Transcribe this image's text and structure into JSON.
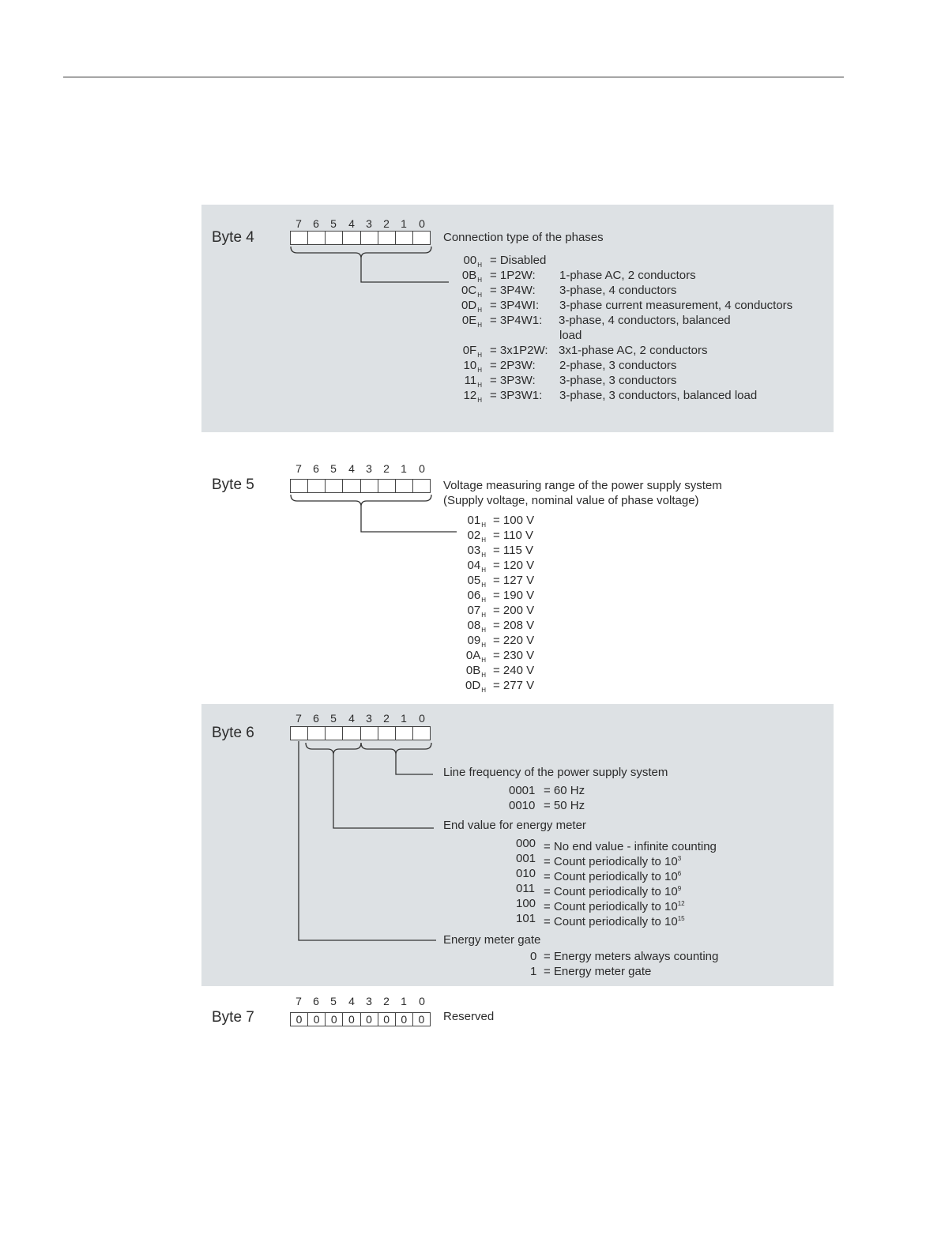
{
  "bit_numbers": [
    "7",
    "6",
    "5",
    "4",
    "3",
    "2",
    "1",
    "0"
  ],
  "byte4": {
    "title": "Byte 4",
    "description": "Connection type of the phases",
    "codes": [
      {
        "code": "00",
        "sub": "H",
        "name": "= Disabled",
        "desc": ""
      },
      {
        "code": "0B",
        "sub": "H",
        "name": "= 1P2W:",
        "desc": "1-phase AC, 2 conductors"
      },
      {
        "code": "0C",
        "sub": "H",
        "name": "= 3P4W:",
        "desc": "3-phase, 4 conductors"
      },
      {
        "code": "0D",
        "sub": "H",
        "name": "= 3P4WI:",
        "desc": "3-phase current measurement, 4 conductors"
      },
      {
        "code": "0E",
        "sub": "H",
        "name": "= 3P4W1:",
        "desc": "3-phase, 4 conductors, balanced"
      },
      {
        "code": "",
        "sub": "",
        "name": "",
        "desc": "load"
      },
      {
        "code": "0F",
        "sub": "H",
        "name": "= 3x1P2W:",
        "desc": "3x1-phase AC, 2 conductors"
      },
      {
        "code": "10",
        "sub": "H",
        "name": "= 2P3W:",
        "desc": "2-phase, 3 conductors"
      },
      {
        "code": "11",
        "sub": "H",
        "name": "= 3P3W:",
        "desc": "3-phase, 3 conductors"
      },
      {
        "code": "12",
        "sub": "H",
        "name": "= 3P3W1:",
        "desc": "3-phase, 3 conductors, balanced load"
      }
    ]
  },
  "byte5": {
    "title": "Byte 5",
    "description": "Voltage measuring range of the power supply system",
    "description2": "(Supply voltage, nominal value of phase voltage)",
    "codes": [
      {
        "code": "01",
        "sub": "H",
        "value": "= 100 V"
      },
      {
        "code": "02",
        "sub": "H",
        "value": "= 110 V"
      },
      {
        "code": "03",
        "sub": "H",
        "value": "= 115 V"
      },
      {
        "code": "04",
        "sub": "H",
        "value": "= 120 V"
      },
      {
        "code": "05",
        "sub": "H",
        "value": "= 127 V"
      },
      {
        "code": "06",
        "sub": "H",
        "value": "= 190 V"
      },
      {
        "code": "07",
        "sub": "H",
        "value": "= 200 V"
      },
      {
        "code": "08",
        "sub": "H",
        "value": "= 208 V"
      },
      {
        "code": "09",
        "sub": "H",
        "value": "= 220 V"
      },
      {
        "code": "0A",
        "sub": "H",
        "value": "= 230 V"
      },
      {
        "code": "0B",
        "sub": "H",
        "value": "= 240 V"
      },
      {
        "code": "0D",
        "sub": "H",
        "value": "= 277 V"
      }
    ]
  },
  "byte6": {
    "title": "Byte 6",
    "freq_label": "Line frequency of the power supply system",
    "freq_codes": [
      {
        "code": "0001",
        "value": "= 60 Hz"
      },
      {
        "code": "0010",
        "value": "= 50 Hz"
      }
    ],
    "end_label": "End value for energy meter",
    "end_codes": [
      {
        "code": "000",
        "value": "= No end value - infinite counting",
        "exp": ""
      },
      {
        "code": "001",
        "value": "= Count periodically to 10",
        "exp": "3"
      },
      {
        "code": "010",
        "value": "= Count periodically to 10",
        "exp": "6"
      },
      {
        "code": "011",
        "value": "= Count periodically to 10",
        "exp": "9"
      },
      {
        "code": "100",
        "value": "= Count periodically to 10",
        "exp": "12"
      },
      {
        "code": "101",
        "value": "= Count periodically to 10",
        "exp": "15"
      }
    ],
    "gate_label": "Energy meter gate",
    "gate_codes": [
      {
        "code": "0",
        "value": "= Energy meters always counting"
      },
      {
        "code": "1",
        "value": "= Energy meter gate"
      }
    ]
  },
  "byte7": {
    "title": "Byte 7",
    "bits": [
      "0",
      "0",
      "0",
      "0",
      "0",
      "0",
      "0",
      "0"
    ],
    "description": "Reserved"
  },
  "colors": {
    "panel": "#dde1e4",
    "line": "#333333"
  }
}
